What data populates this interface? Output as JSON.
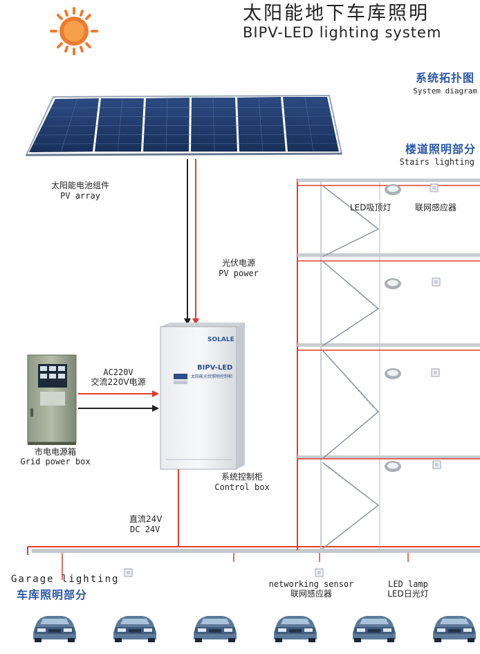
{
  "header": {
    "title_zh": "太阳能地下车库照明",
    "title_en": "BIPV-LED lighting system"
  },
  "diagram_heading": {
    "zh": "系统拓扑图",
    "en": "System diagram"
  },
  "stairs": {
    "zh": "楼道照明部分",
    "en": "Stairs lighting"
  },
  "pv_array": {
    "zh": "太阳能电池组件",
    "en": "PV array"
  },
  "pv_power": {
    "zh": "光伏电源",
    "en": "PV power"
  },
  "ac": {
    "line1": "AC220V",
    "line2": "交流220V电源"
  },
  "grid_box": {
    "zh": "市电电源箱",
    "en": "Grid power box"
  },
  "control_box": {
    "zh": "系统控制柜",
    "en": "Control box",
    "brand": "SOLALE",
    "model": "BIPV-LED",
    "subtitle": "太阳能光伏照明控制柜"
  },
  "dc": {
    "line1": "直流24V",
    "line2": "DC 24V"
  },
  "stair_labels": {
    "lamp": "LED吸顶灯",
    "sensor": "联网感应器"
  },
  "garage": {
    "en": "Garage lighting",
    "zh": "车库照明部分"
  },
  "sensor_label": {
    "en": "networking sensor",
    "zh": "联网感应器"
  },
  "lamp_label": {
    "en": "LED lamp",
    "zh": "LED日光灯"
  },
  "colors": {
    "red": "#e03b2a",
    "blue_heading": "#2a57a6",
    "panel": "#1f3a66",
    "wire": "#222222"
  }
}
